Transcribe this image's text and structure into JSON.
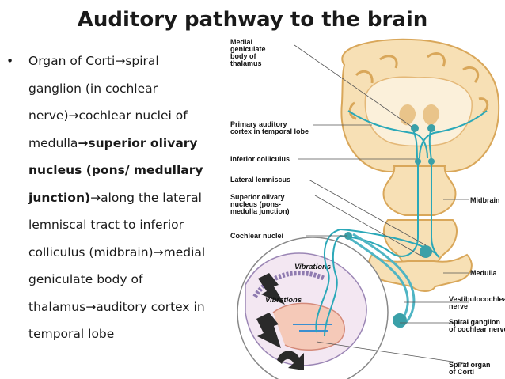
{
  "title": "Auditory pathway to the brain",
  "bullet_lines": [
    [
      {
        "t": "Organ of Corti",
        "b": false
      },
      {
        "t": "→",
        "b": false
      },
      {
        "t": "spiral",
        "b": false
      }
    ],
    [
      {
        "t": "ganglion (in cochlear",
        "b": false
      }
    ],
    [
      {
        "t": "nerve)",
        "b": false
      },
      {
        "t": "→",
        "b": false
      },
      {
        "t": "cochlear nuclei of",
        "b": false
      }
    ],
    [
      {
        "t": "medulla",
        "b": false
      },
      {
        "t": "→",
        "b": true
      },
      {
        "t": "superior olivary",
        "b": true
      }
    ],
    [
      {
        "t": "nucleus (pons/ medullary",
        "b": true
      }
    ],
    [
      {
        "t": "junction)",
        "b": true
      },
      {
        "t": "→",
        "b": false
      },
      {
        "t": "along the lateral",
        "b": false
      }
    ],
    [
      {
        "t": "lemniscal tract to inferior",
        "b": false
      }
    ],
    [
      {
        "t": "colliculus (midbrain)",
        "b": false
      },
      {
        "t": "→",
        "b": false
      },
      {
        "t": "medial",
        "b": false
      }
    ],
    [
      {
        "t": "geniculate body of",
        "b": false
      }
    ],
    [
      {
        "t": "thalamus",
        "b": false
      },
      {
        "t": "→",
        "b": false
      },
      {
        "t": "auditory cortex in",
        "b": false
      }
    ],
    [
      {
        "t": "temporal lobe",
        "b": false
      }
    ]
  ],
  "bullet_symbol": "•",
  "diagram": {
    "labels": {
      "medial_geniculate": [
        "Medial",
        "geniculate",
        "body of",
        "thalamus"
      ],
      "primary_auditory": [
        "Primary auditory",
        "cortex in temporal lobe"
      ],
      "inferior_colliculus": [
        "Inferior colliculus"
      ],
      "lateral_lemniscus": [
        "Lateral lemniscus"
      ],
      "superior_olivary": [
        "Superior olivary",
        "nucleus (pons-",
        "medulla junction)"
      ],
      "cochlear_nuclei": [
        "Cochlear nuclei"
      ],
      "midbrain": [
        "Midbrain"
      ],
      "medulla": [
        "Medulla"
      ],
      "vestibulocochlear": [
        "Vestibulocochlear",
        "nerve"
      ],
      "spiral_ganglion": [
        "Spiral ganglion",
        "of cochlear nerve"
      ],
      "spiral_organ": [
        "Spiral organ",
        "of Corti"
      ]
    },
    "vibrations_1": "Vibrations",
    "vibrations_2": "Vibrations"
  },
  "colors": {
    "brain_fill": "#f7e0b5",
    "brain_stroke": "#d9a75a",
    "pathway": "#2aa8b8",
    "nerve": "#4fb5c4"
  }
}
